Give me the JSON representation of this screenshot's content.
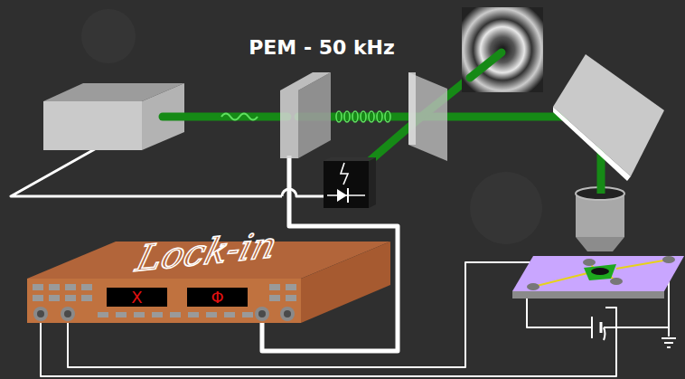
{
  "diagram": {
    "nodes": [
      {
        "text": [
          "Lock-in"
        ]
      },
      {
        "text": [
          "X"
        ],
        "in": 0
      },
      {
        "text": [
          "Φ"
        ],
        "in": 0
      }
    ],
    "labels": [
      "PEM - 50 kHz"
    ]
  }
}
